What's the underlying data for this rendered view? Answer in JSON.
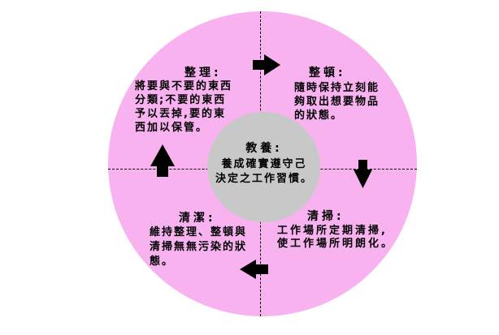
{
  "diagram": {
    "type": "cycle",
    "colors": {
      "background": "#ffffff",
      "circle_fill": "#f8b2ef",
      "center_fill": "#c8c8c8",
      "line": "#000000",
      "arrow": "#000000",
      "text": "#000000"
    },
    "center": {
      "heading": "教養:",
      "line1": "養成確實遵守己",
      "line2": "決定之工作習慣。"
    },
    "quadrants": [
      {
        "position": "top-left",
        "heading": "整理:",
        "lines": [
          "將要與不要的東西",
          "分類;不要的東西",
          "予以丟掉,要的東",
          "西加以保管。"
        ]
      },
      {
        "position": "top-right",
        "heading": "整頓:",
        "lines": [
          "隨時保持立刻能",
          "夠取出想要物品",
          "的狀態。"
        ]
      },
      {
        "position": "bottom-left",
        "heading": "清潔:",
        "lines": [
          "維持整理、整頓與",
          "清掃無無污染的狀",
          "態。"
        ]
      },
      {
        "position": "bottom-right",
        "heading": "清掃:",
        "lines": [
          "工作場所定期清掃,",
          "使工作場所明朗化。"
        ]
      }
    ],
    "arrows": [
      {
        "position": "top",
        "direction": "right"
      },
      {
        "position": "right",
        "direction": "down"
      },
      {
        "position": "bottom",
        "direction": "left"
      },
      {
        "position": "left",
        "direction": "up"
      }
    ]
  }
}
